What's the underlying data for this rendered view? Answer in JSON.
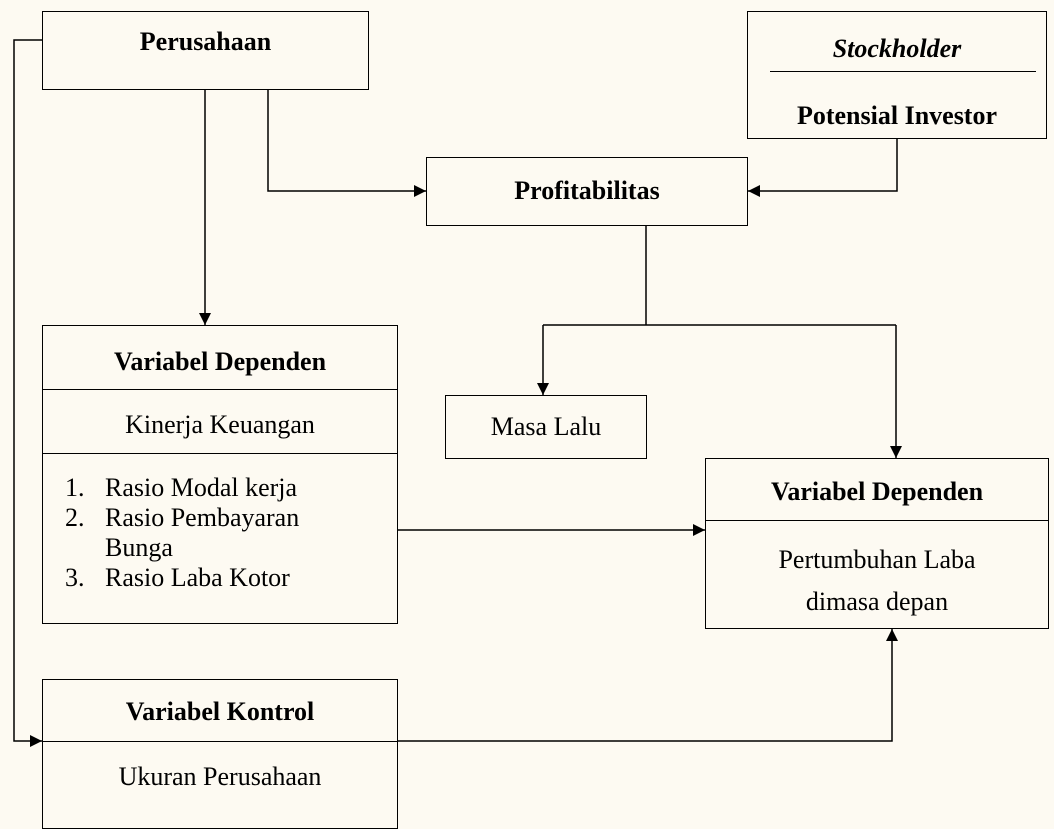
{
  "perusahaan": {
    "title": "Perusahaan"
  },
  "stockholder_box": {
    "top": "Stockholder",
    "bottom": "Potensial Investor"
  },
  "profitabilitas": {
    "title": "Profitabilitas"
  },
  "masa_lalu": {
    "title": "Masa Lalu"
  },
  "var_dependen_left": {
    "header": "Variabel Dependen",
    "subheader": "Kinerja Keuangan",
    "items": [
      {
        "num": "1.",
        "text": "Rasio Modal kerja"
      },
      {
        "num": "2.",
        "text": "Rasio Pembayaran",
        "text2": "Bunga"
      },
      {
        "num": "3.",
        "text": "Rasio Laba Kotor"
      }
    ]
  },
  "var_dependen_right": {
    "header": "Variabel Dependen",
    "line1": "Pertumbuhan Laba",
    "line2": "dimasa depan"
  },
  "var_kontrol": {
    "header": "Variabel Kontrol",
    "subheader": "Ukuran Perusahaan"
  }
}
